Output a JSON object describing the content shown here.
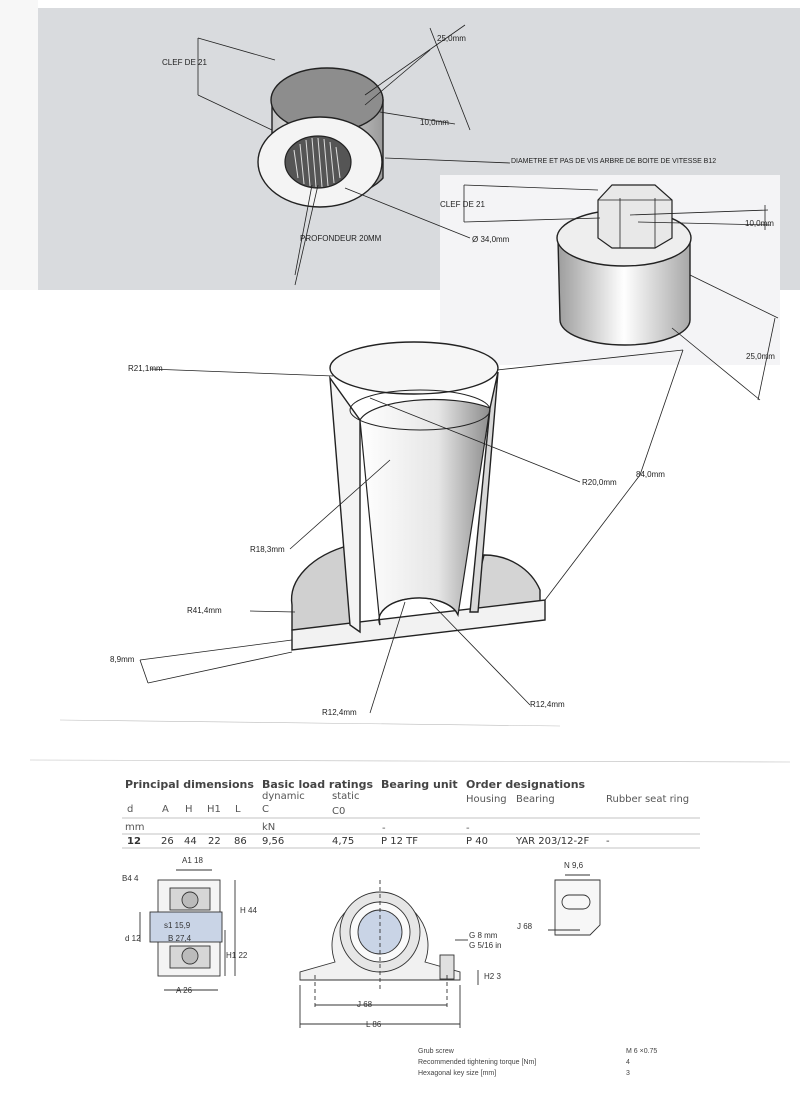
{
  "top_drawing": {
    "dim_25": "25,0mm",
    "clef_21_a": "CLEF DE 21",
    "dim_10_a": "10,0mm",
    "diam_note": "DIAMETRE ET PAS DE VIS ARBRE DE BOITE DE VITESSE B12",
    "clef_21_b": "CLEF DE 21",
    "dim_10_b": "10,0mm",
    "profondeur": "PROFONDEUR 20MM",
    "diam_34": "Ø 34,0mm",
    "dim_25_b": "25,0mm"
  },
  "main_drawing": {
    "r21": "R21,1mm",
    "r20": "R20,0mm",
    "len84": "84,0mm",
    "r18": "R18,3mm",
    "r41": "R41,4mm",
    "t89": "8,9mm",
    "r12_left": "R12,4mm",
    "r12_right": "R12,4mm"
  },
  "bearing_table": {
    "h_principal": "Principal dimensions",
    "h_basic": "Basic load ratings",
    "h_unit": "Bearing unit",
    "h_order": "Order designations",
    "sub_dynamic": "dynamic",
    "sub_static": "static",
    "sub_housing": "Housing",
    "sub_bearing": "Bearing",
    "sub_rubber": "Rubber seat ring",
    "col_d": "d",
    "col_A": "A",
    "col_H": "H",
    "col_H1": "H1",
    "col_L": "L",
    "col_C": "C",
    "col_C0": "C0",
    "unit_mm": "mm",
    "unit_kN": "kN",
    "unit_dash1": "-",
    "unit_dash2": "-",
    "row": {
      "d": "12",
      "A": "26",
      "H": "44",
      "H1": "22",
      "L": "86",
      "C": "9,56",
      "C0": "4,75",
      "unit": "P 12 TF",
      "housing": "P 40",
      "bearing": "YAR 203/12-2F",
      "rubber": "-"
    }
  },
  "bearing_drawing": {
    "a1": "A1 18",
    "b4": "B4 4",
    "s1": "s1 15,9",
    "d12": "d 12",
    "b27": "B 27,4",
    "a26": "A 26",
    "h44": "H 44",
    "h1": "H1 22",
    "g8": "G 8 mm",
    "g516": "G 5/16 in",
    "h2": "H2 3",
    "j68": "J 68",
    "l86": "L 86",
    "n96": "N 9,6",
    "j68b": "J 68"
  },
  "notes": {
    "grub": "Grub screw",
    "grub_val": "M 6 ×0.75",
    "torque": "Recommended tightening torque [Nm]",
    "torque_val": "4",
    "hex": "Hexagonal key size [mm]",
    "hex_val": "3"
  },
  "colors": {
    "panel": "#d9dbde",
    "line": "#222222",
    "blue": "#c9d4e6"
  }
}
